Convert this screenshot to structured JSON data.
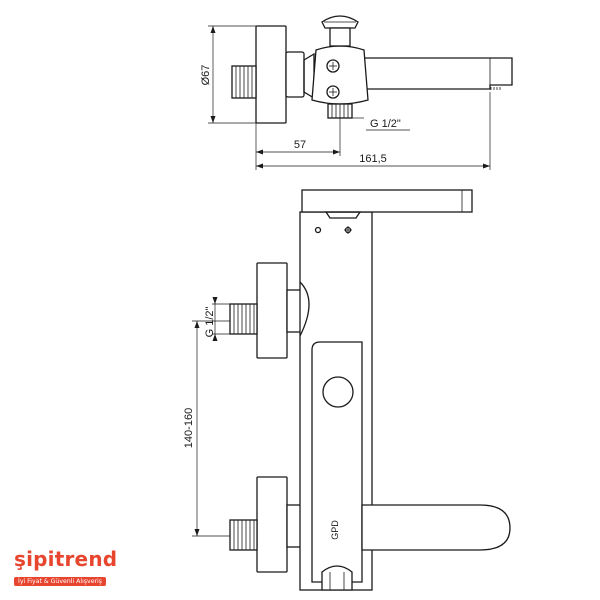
{
  "top_view": {
    "dim_diameter": "Ø67",
    "dim_thread": "G 1/2\"",
    "dim_depth": "57",
    "dim_length": "161,5"
  },
  "front_view": {
    "dim_thread": "G 1/2\"",
    "dim_spacing": "140-160"
  },
  "watermark": {
    "brand": "şipitrend",
    "tagline": "İyi Fiyat & Güvenli Alışveriş",
    "brand_color": "#e8452f"
  }
}
